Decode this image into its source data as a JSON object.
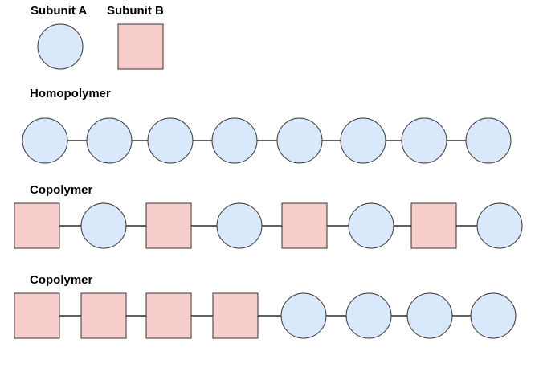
{
  "legend": {
    "subunit_a_label": "Subunit A",
    "subunit_b_label": "Subunit B"
  },
  "rows": [
    {
      "title": "Homopolymer",
      "sequence": [
        "A",
        "A",
        "A",
        "A",
        "A",
        "A",
        "A",
        "A"
      ]
    },
    {
      "title": "Copolymer",
      "sequence": [
        "B",
        "A",
        "B",
        "A",
        "B",
        "A",
        "B",
        "A"
      ]
    },
    {
      "title": "Copolymer",
      "sequence": [
        "B",
        "B",
        "B",
        "B",
        "A",
        "A",
        "A",
        "A"
      ]
    }
  ],
  "colors": {
    "subunit_a_fill": "#dae8fc",
    "subunit_b_fill": "#f8cecc",
    "outline": "#333333",
    "bond": "#000000"
  }
}
